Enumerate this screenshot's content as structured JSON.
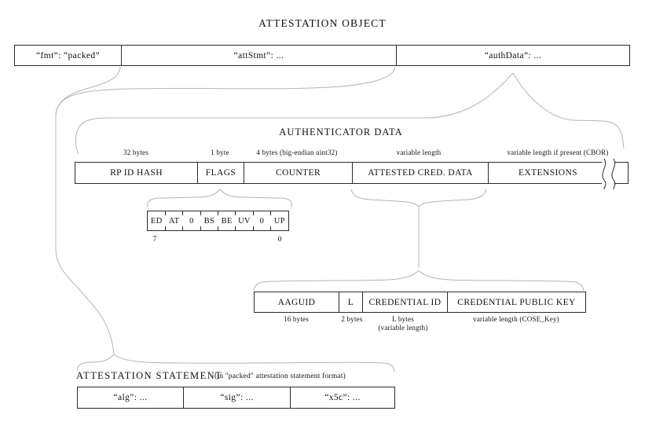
{
  "title": "ATTESTATION OBJECT",
  "attestation_object_row": {
    "fmt": "“fmt”: “packed”",
    "att_stmt": "“attStmt”: ...",
    "auth_data": "“authData”: ..."
  },
  "authenticator_data": {
    "heading": "AUTHENTICATOR DATA",
    "fields": [
      {
        "label": "RP ID HASH",
        "size": "32 bytes"
      },
      {
        "label": "FLAGS",
        "size": "1 byte"
      },
      {
        "label": "COUNTER",
        "size": "4 bytes (big-endian uint32)"
      },
      {
        "label": "ATTESTED CRED. DATA",
        "size": "variable length"
      },
      {
        "label": "EXTENSIONS",
        "size": "variable length if present (CBOR)"
      }
    ]
  },
  "flags_detail": {
    "bits": [
      "ED",
      "AT",
      "0",
      "BS",
      "BE",
      "UV",
      "0",
      "UP"
    ],
    "msb_label": "7",
    "lsb_label": "0"
  },
  "attested_credential_data": {
    "fields": [
      {
        "label": "AAGUID",
        "size": "16 bytes",
        "size2": ""
      },
      {
        "label": "L",
        "size": "2 bytes",
        "size2": ""
      },
      {
        "label": "CREDENTIAL ID",
        "size": "L bytes",
        "size2": "(variable length)"
      },
      {
        "label": "CREDENTIAL PUBLIC KEY",
        "size": "variable length (COSE_Key)",
        "size2": ""
      }
    ]
  },
  "attestation_statement": {
    "heading": "ATTESTATION STATEMENT",
    "format_note": "(in \"packed\" attestation statement format)",
    "cells": [
      "“alg”: ...",
      "“sig”: ...",
      "“x5c”: ..."
    ]
  }
}
